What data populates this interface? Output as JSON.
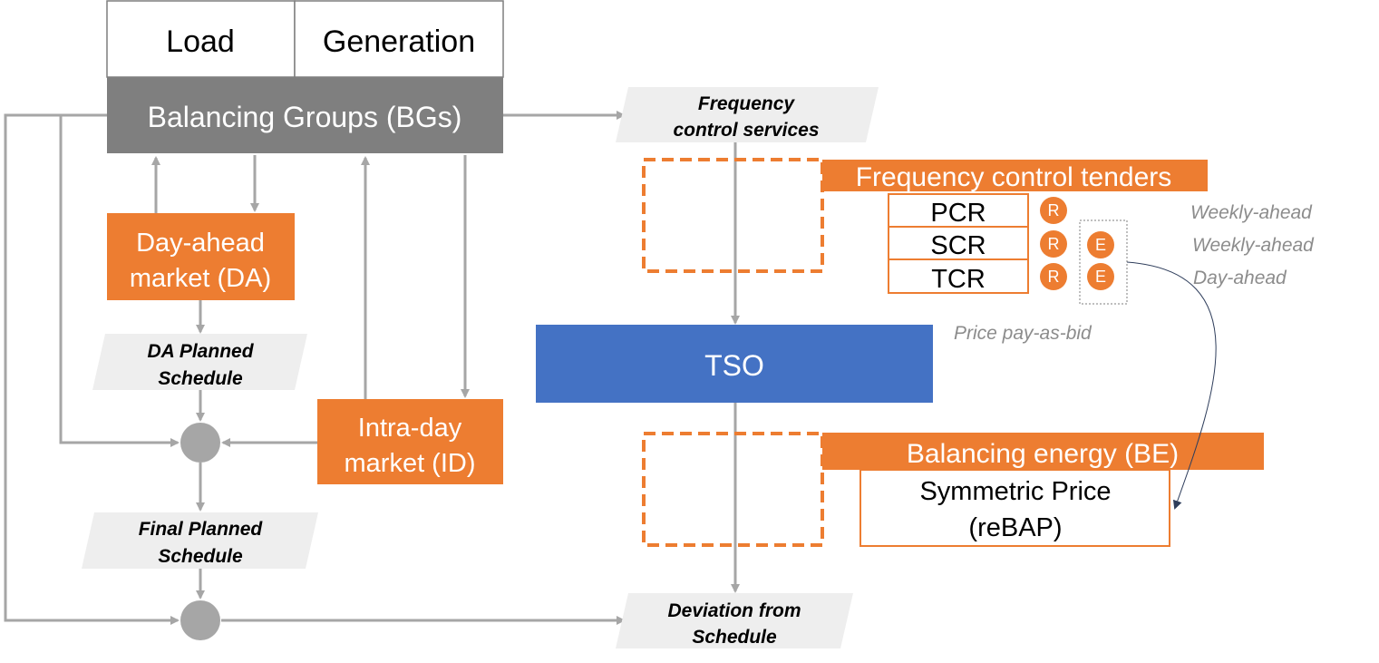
{
  "colors": {
    "orange": "#ED7D31",
    "grey_box": "#7F7F7F",
    "connector_grey": "#A6A6A6",
    "tso_blue": "#4472C4",
    "parallelogram_fill": "#EEEEEE",
    "italic_grey": "#8C8C8C"
  },
  "load_label": "Load",
  "generation_label": "Generation",
  "bg_label": "Balancing Groups (BGs)",
  "da_market": {
    "line1": "Day-ahead",
    "line2": "market (DA)"
  },
  "da_schedule": {
    "line1": "DA Planned",
    "line2": "Schedule"
  },
  "id_market": {
    "line1": "Intra-day",
    "line2": "market (ID)"
  },
  "final_schedule": {
    "line1": "Final Planned",
    "line2": "Schedule"
  },
  "fcs": {
    "line1": "Frequency",
    "line2": "control services"
  },
  "fct_header": "Frequency control tenders",
  "tenders": [
    {
      "name": "PCR",
      "badges": [
        "R"
      ],
      "timing": "Weekly-ahead"
    },
    {
      "name": "SCR",
      "badges": [
        "R",
        "E"
      ],
      "timing": "Weekly-ahead"
    },
    {
      "name": "TCR",
      "badges": [
        "R",
        "E"
      ],
      "timing": "Day-ahead"
    }
  ],
  "pricing_note": "Price pay-as-bid",
  "tso_label": "TSO",
  "be_header": "Balancing energy (BE)",
  "be_price": {
    "line1": "Symmetric Price",
    "line2": "(reBAP)"
  },
  "deviation": {
    "line1": "Deviation from",
    "line2": "Schedule"
  }
}
